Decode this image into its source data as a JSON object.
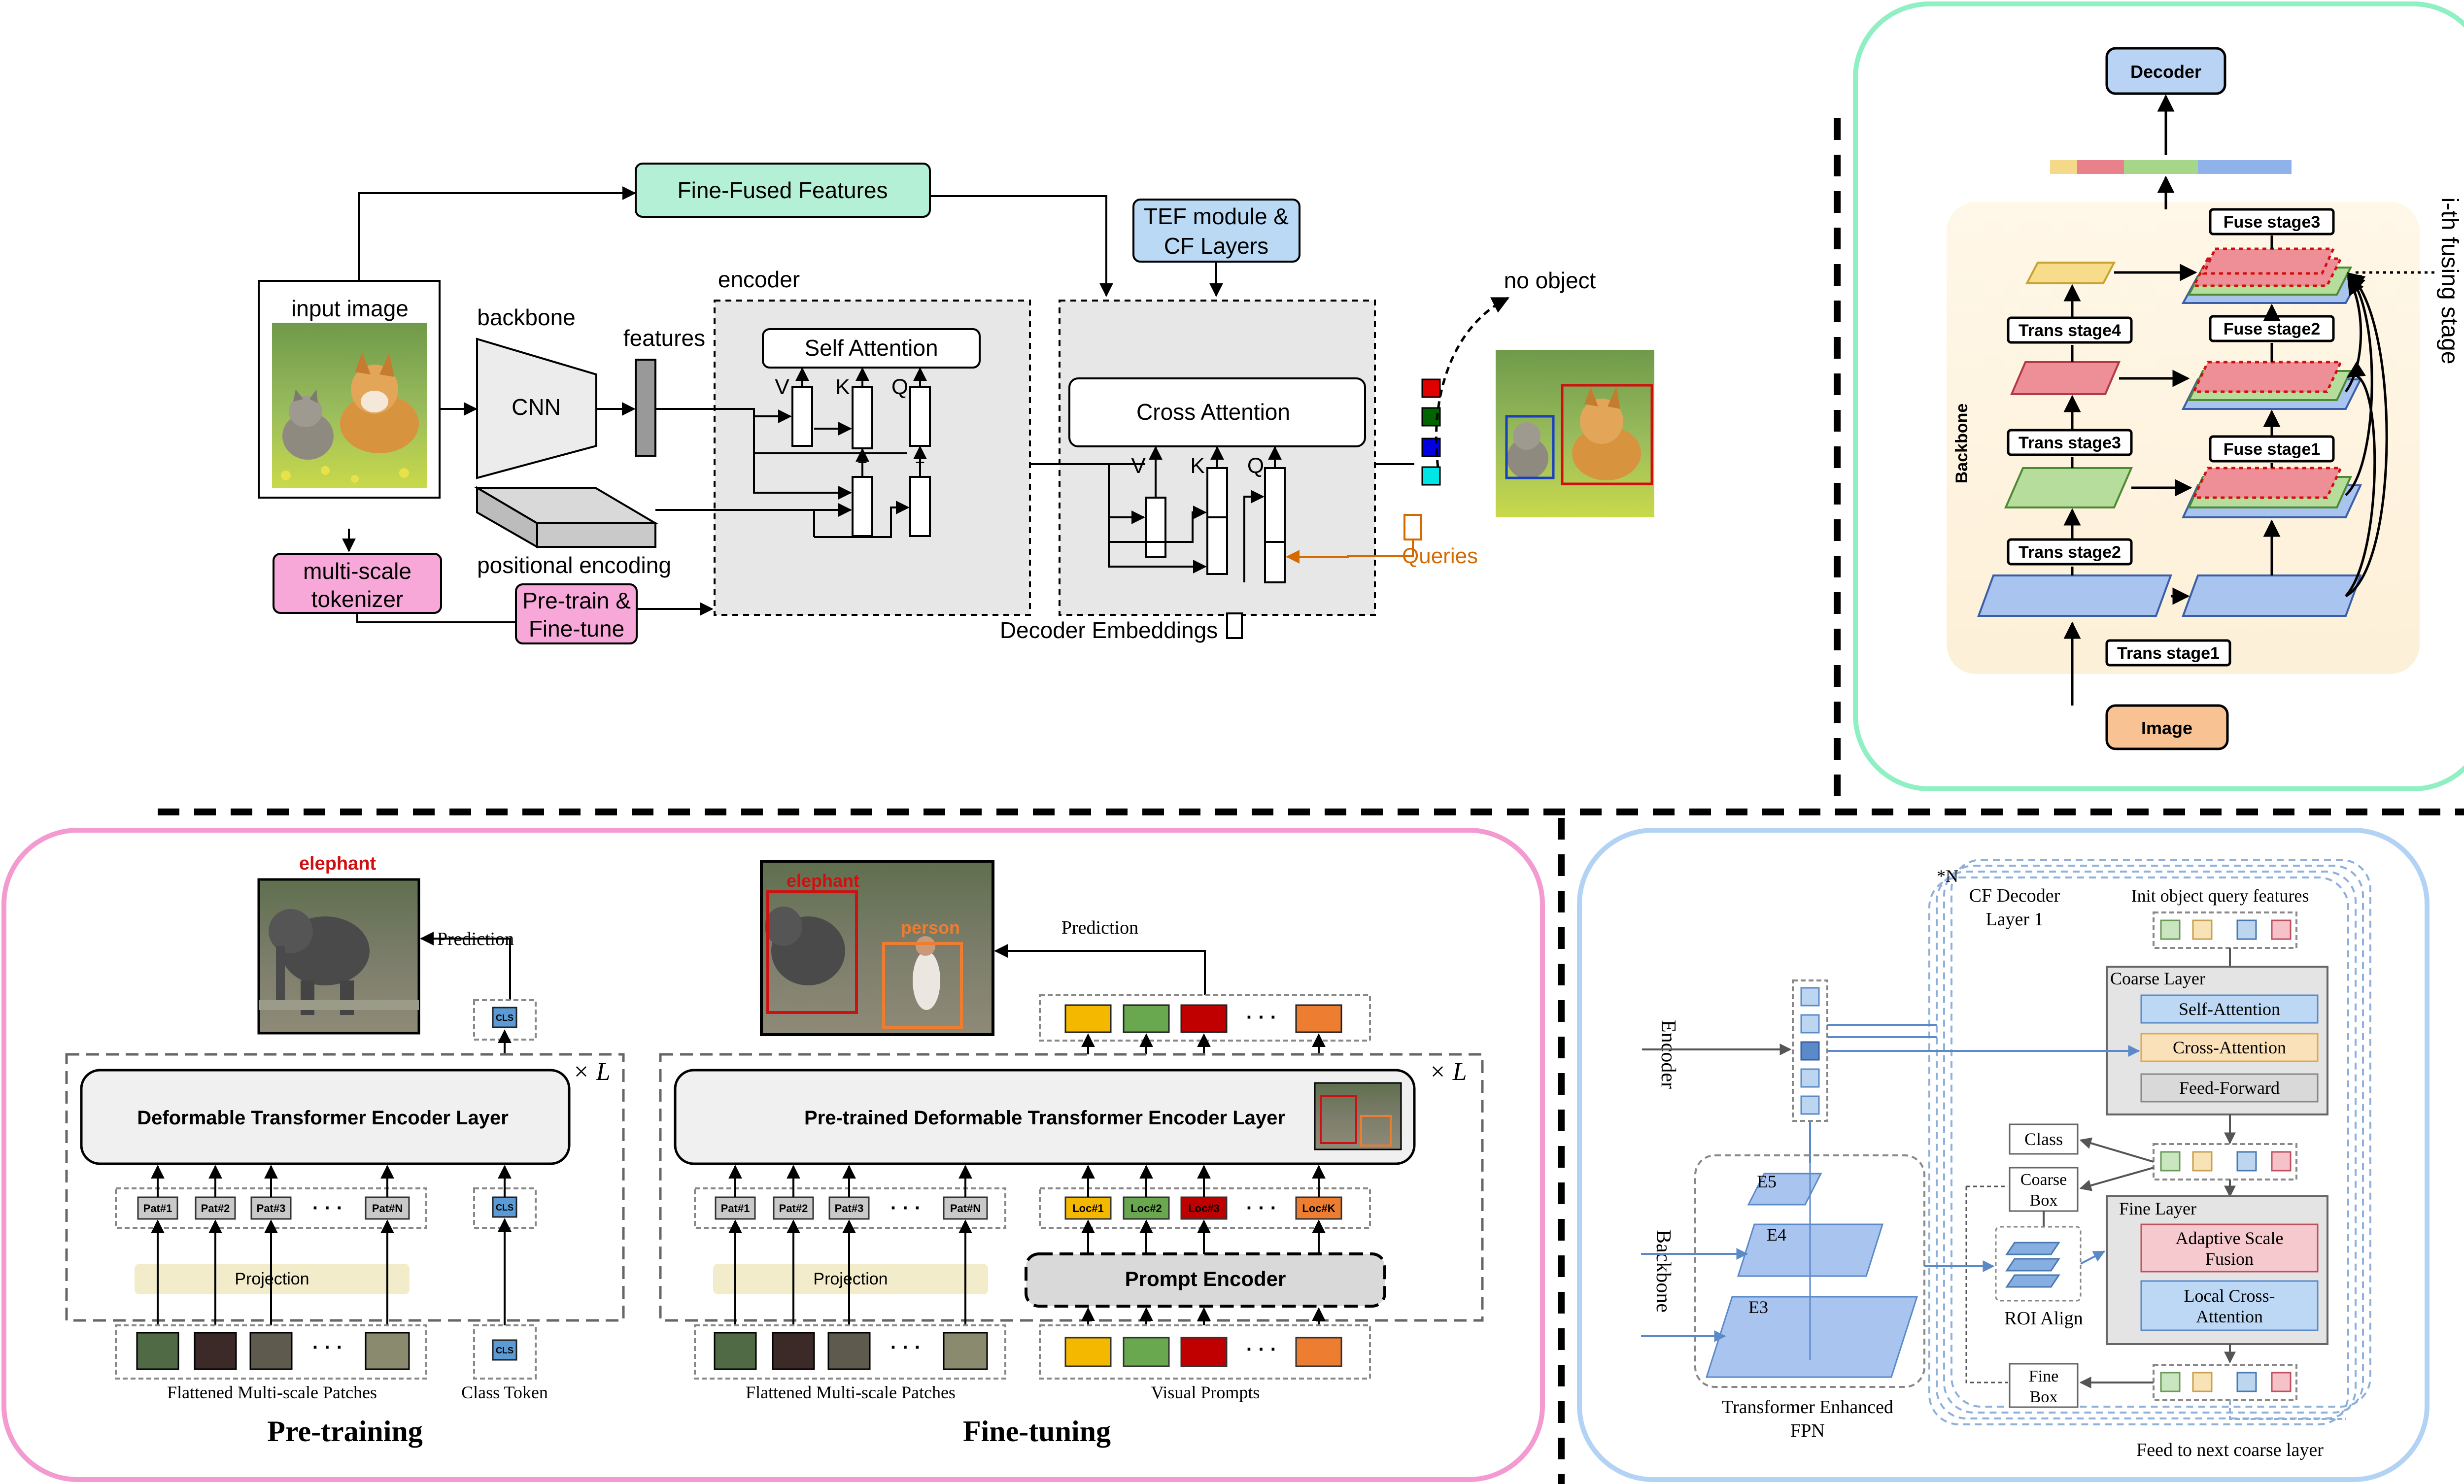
{
  "top_left": {
    "fine_fused": "Fine-Fused Features",
    "tef_line1": "TEF module &",
    "tef_line2": "CF Layers",
    "input_image": "input image",
    "backbone": "backbone",
    "cnn": "CNN",
    "features": "features",
    "encoder": "encoder",
    "self_attention": "Self Attention",
    "cross_attention": "Cross Attention",
    "v": "V",
    "k": "K",
    "q": "Q",
    "plus": "+",
    "positional_encoding": "positional encoding",
    "multiscale_line1": "multi-scale",
    "multiscale_line2": "tokenizer",
    "pretrain_line1": "Pre-train &",
    "pretrain_line2": "Fine-tune",
    "decoder_embeddings": "Decoder Embeddings",
    "queries": "Queries",
    "no_object": "no object",
    "query_colors": [
      "#e00000",
      "#006400",
      "#0000e0",
      "#00e5e5"
    ]
  },
  "top_right": {
    "decoder": "Decoder",
    "fuse_stage3": "Fuse stage3",
    "fuse_stage2": "Fuse stage2",
    "fuse_stage1": "Fuse stage1",
    "trans_stage4": "Trans stage4",
    "trans_stage3": "Trans stage3",
    "trans_stage2": "Trans stage2",
    "trans_stage1": "Trans stage1",
    "backbone": "Backbone",
    "image": "Image",
    "ith_fusing_stage": "i-th fusing stage"
  },
  "bottom_left": {
    "elephant_label": "elephant",
    "prediction": "Prediction",
    "cls": "CLS",
    "times_l": "× L",
    "deformable_layer": "Deformable Transformer Encoder Layer",
    "pretrained_layer": "Pre-trained Deformable Transformer Encoder Layer",
    "pat_tokens": [
      "Pat#1",
      "Pat#2",
      "Pat#3",
      "Pat#N"
    ],
    "loc_tokens": [
      "Loc#1",
      "Loc#2",
      "Loc#3",
      "Loc#K"
    ],
    "projection": "Projection",
    "prompt_encoder": "Prompt Encoder",
    "dots": "· · ·",
    "flattened_patches": "Flattened Multi-scale Patches",
    "class_token": "Class Token",
    "visual_prompts": "Visual Prompts",
    "pre_training": "Pre-training",
    "fine_tuning": "Fine-tuning",
    "det_elephant": "elephant",
    "det_person": "person",
    "loc_colors": [
      "#f5b800",
      "#6aa84f",
      "#c00000",
      "#ed7d31"
    ]
  },
  "bottom_right": {
    "encoder": "Encoder",
    "backbone": "Backbone",
    "n_label": "*N",
    "cf_decoder_line1": "CF Decoder",
    "cf_decoder_line2": "Layer 1",
    "init_query": "Init object query features",
    "coarse_layer": "Coarse Layer",
    "self_attention": "Self-Attention",
    "cross_attention": "Cross-Attention",
    "feed_forward": "Feed-Forward",
    "class": "Class",
    "coarse_box_line1": "Coarse",
    "coarse_box_line2": "Box",
    "fine_layer": "Fine Layer",
    "adaptive_line1": "Adaptive Scale",
    "adaptive_line2": "Fusion",
    "local_cross_line1": "Local Cross-",
    "local_cross_line2": "Attention",
    "roi_align": "ROI Align",
    "fine_box_line1": "Fine",
    "fine_box_line2": "Box",
    "e5": "E5",
    "e4": "E4",
    "e3": "E3",
    "fpn_line1": "Transformer Enhanced",
    "fpn_line2": "FPN",
    "feed_next": "Feed to next coarse layer",
    "query_colors": [
      "#c9e6c0",
      "#f7e3b5",
      "#bcd6f0",
      "#f4c2c8"
    ]
  }
}
